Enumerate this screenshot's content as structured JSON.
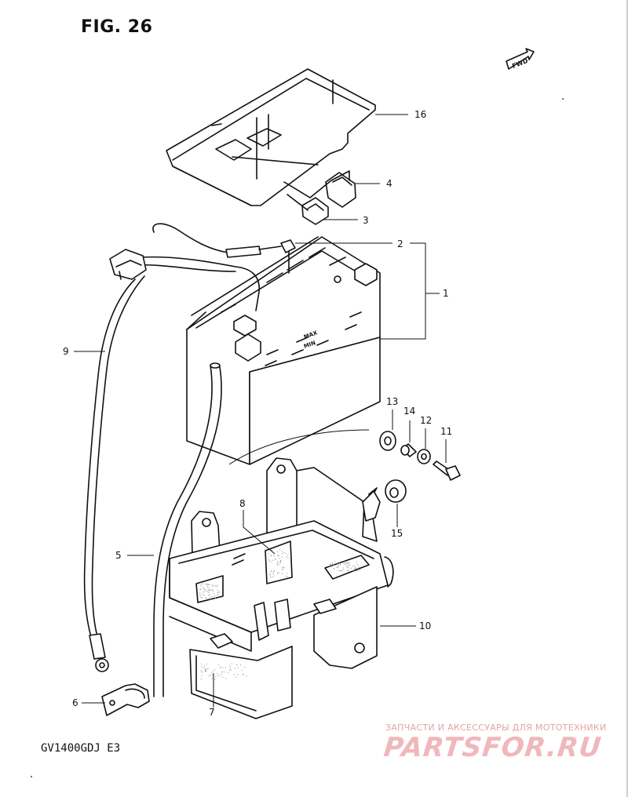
{
  "figure": {
    "title": "FIG. 26",
    "model_code": "GV1400GDJ  E3",
    "fwd_arrow_label": "FWD"
  },
  "battery": {
    "max_label": "MAX",
    "min_label": "MIN"
  },
  "callouts": [
    {
      "id": "1",
      "label": "1"
    },
    {
      "id": "2",
      "label": "2"
    },
    {
      "id": "3",
      "label": "3"
    },
    {
      "id": "4",
      "label": "4"
    },
    {
      "id": "5",
      "label": "5"
    },
    {
      "id": "6",
      "label": "6"
    },
    {
      "id": "7",
      "label": "7"
    },
    {
      "id": "8",
      "label": "8"
    },
    {
      "id": "9",
      "label": "9"
    },
    {
      "id": "10",
      "label": "10"
    },
    {
      "id": "11",
      "label": "11"
    },
    {
      "id": "12",
      "label": "12"
    },
    {
      "id": "13",
      "label": "13"
    },
    {
      "id": "14",
      "label": "14"
    },
    {
      "id": "15",
      "label": "15"
    },
    {
      "id": "16",
      "label": "16"
    }
  ],
  "watermark": {
    "caption": "ЗАПЧАСТИ И АКСЕССУАРЫ ДЛЯ МОТОТЕХНИКИ",
    "logo": "PARTSFOR.RU",
    "color": "#f0b8bc"
  }
}
